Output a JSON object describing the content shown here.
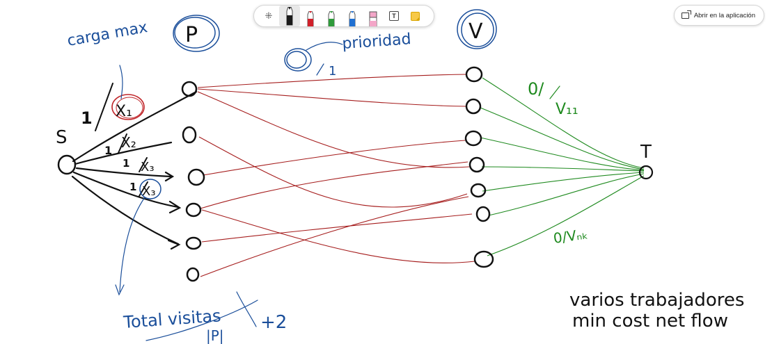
{
  "toolbar": {
    "tools": [
      {
        "name": "move-tool",
        "icon": "move-icon",
        "glyph": "⁜"
      },
      {
        "name": "pen-black",
        "icon": "pen-icon",
        "color": "#1a1a1a",
        "selected": true
      },
      {
        "name": "pen-red",
        "icon": "pen-icon",
        "color": "#d0202a"
      },
      {
        "name": "pen-green",
        "icon": "pen-icon",
        "color": "#2e9a3a"
      },
      {
        "name": "pen-blue",
        "icon": "pen-icon",
        "color": "#1f6fd1"
      },
      {
        "name": "highlighter-pink",
        "icon": "highlighter-icon",
        "color": "#f3a6c8"
      },
      {
        "name": "text-tool",
        "icon": "text-box-icon",
        "glyph": "T"
      },
      {
        "name": "sticky-note-tool",
        "icon": "sticky-note-icon",
        "color": "#f7c948"
      }
    ]
  },
  "open_app": {
    "label": "Abrir en la aplicación",
    "icon": "open-in-app-icon"
  },
  "ink_colors": {
    "black": "#111111",
    "red": "#a51c1c",
    "green": "#1f8a1f",
    "blue": "#1a4e9a"
  },
  "annotations": {
    "carga_max": "carga max",
    "p_label": "P",
    "v_label": "V",
    "prioridad": "prioridad",
    "prioridad_one": "1",
    "s_label": "S",
    "t_label": "T",
    "x1": "X₁",
    "x2": "X₂",
    "x3a": "X₃",
    "x3b": "X₃",
    "cap1": "1",
    "cap2": "1",
    "cap3": "1",
    "cap4": "1",
    "flow_top": "0/",
    "v_top": "V₁₁",
    "flow_bottom": "0/Vₙₖ",
    "total_visitas": "Total visitas",
    "total_p": "|P|",
    "plus_two": "+2",
    "note_line1": "varios trabajadores",
    "note_line2": "min cost net flow"
  }
}
